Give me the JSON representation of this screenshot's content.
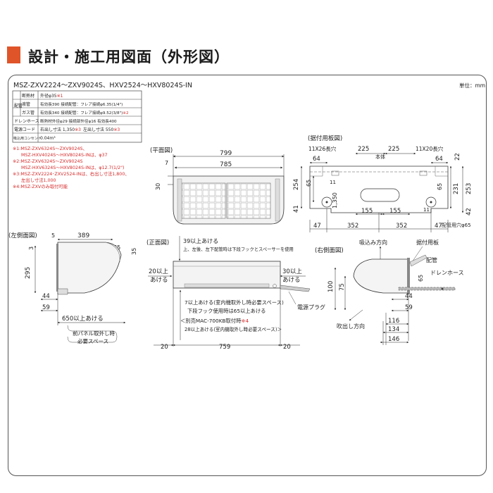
{
  "header": {
    "title": "設計・施工用図面（外形図）"
  },
  "models": "MSZ-ZXV2224～ZXV9024S、HXV2524～HXV8024S-IN",
  "unit": "単位：mm",
  "spec_table": {
    "group_label": "配管",
    "rows": [
      {
        "label": "断熱材",
        "value": "外径φ35",
        "note": "※1"
      },
      {
        "label": "液管",
        "value": "有効長390 接続配管：フレア接続φ6.35(1/4\")",
        "note": ""
      },
      {
        "label": "ガス管",
        "value": "有効長340 接続配管：フレア接続φ9.52(3/8\")",
        "note": "※2"
      },
      {
        "label": "ドレンホース",
        "value": "断熱材外径φ29 接続部外径φ16 有効長400",
        "note": ""
      },
      {
        "label": "電源コード",
        "value": "右出し寸法 1,350",
        "value2": "左出し寸法 550",
        "note": "※3",
        "note2": "※3"
      },
      {
        "label": "吸込用コンセント",
        "value": "0.04m³",
        "note": ""
      }
    ]
  },
  "notes": [
    "※1:MSZ-ZXV6324S～ZXV9024S、",
    "MSZ-HXV4024S～HXV8024S-INは、φ37",
    "※2:MSZ-ZXV6324S～ZXV9024S",
    "MSZ-HXV6324S～HXV8024S-INは、φ12.7(1/2\")",
    "※3:MSZ-ZXV2224･ZXV2524-INは、右出し寸法1,800、",
    "左出し寸法1,000",
    "※4:MSZ-ZXVのみ取付可能"
  ],
  "plan_view": {
    "title": "(平面図)",
    "dims": [
      "799",
      "785",
      "7",
      "30"
    ]
  },
  "bracket_view": {
    "title": "(据付用板図)",
    "labels": [
      "11X26長穴",
      "11X20長穴",
      "本体",
      "配管用穴φ65"
    ],
    "dims": [
      "225",
      "225",
      "64",
      "64",
      "22",
      "254",
      "65",
      "65",
      "231",
      "253",
      "41",
      "1,350",
      "155",
      "155",
      "42",
      "47",
      "352",
      "352",
      "47",
      "11",
      "11"
    ]
  },
  "left_view": {
    "title": "(左側面図)",
    "dims": [
      "5",
      "389",
      "3",
      "165",
      "35",
      "295",
      "44",
      "59"
    ],
    "clearance": "650以上あける",
    "clearance_note": [
      "前パネル取外し時",
      "必要スペース"
    ]
  },
  "front_view": {
    "title": "(正面図)",
    "top_note": [
      "39以上あける",
      "上、左後、左下配管時は下段フックとスペーサーを使用"
    ],
    "left_side": [
      "20以上",
      "あける"
    ],
    "right_side": [
      "30以上",
      "あける"
    ],
    "power_plug": "電源プラグ",
    "bottom_notes": [
      "7以上あける(室内機取外し時必要スペース)",
      "下段フック使用時は65以上あける",
      "＜別売MAC-700KB取付時",
      "28以上あける(室内機取外し時必要スペース)"
    ],
    "bottom_note_mark": "※4",
    "bottom_note_close": "＞",
    "dims": [
      "20",
      "759",
      "20"
    ]
  },
  "right_view": {
    "title": "(右側面図)",
    "labels": [
      "吸込み方向",
      "据付用板",
      "配管",
      "ドレンホース",
      "吹出し方向"
    ],
    "dims": [
      "100",
      "75",
      "65",
      "44",
      "59",
      "116",
      "134",
      "146"
    ]
  }
}
